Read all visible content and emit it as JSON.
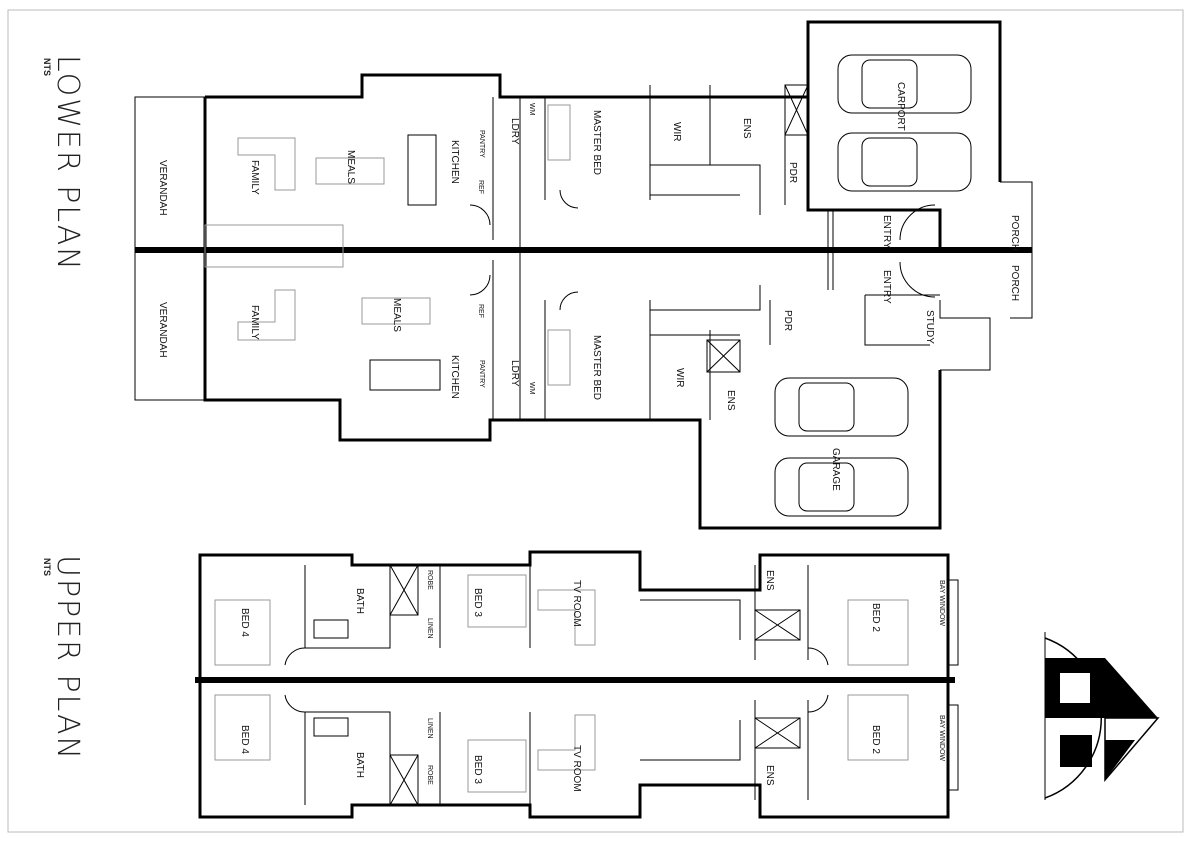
{
  "lower_plan": {
    "title": "LOWER PLAN",
    "scale_note": "NTS",
    "unit_a": {
      "verandah": "VERANDAH",
      "family": "FAMILY",
      "meals": "MEALS",
      "kitchen": "KITCHEN",
      "pantry": "PANTRY",
      "ref": "REF",
      "laundry": "LDRY",
      "wm": "WM",
      "master_bed": "MASTER BED",
      "wir": "WIR",
      "ensuite": "ENS",
      "powder": "PDR",
      "carport": "CARPORT",
      "entry": "ENTRY",
      "porch": "PORCH"
    },
    "unit_b": {
      "verandah": "VERANDAH",
      "family": "FAMILY",
      "meals": "MEALS",
      "kitchen": "KITCHEN",
      "pantry": "PANTRY",
      "ref": "REF",
      "laundry": "LDRY",
      "wm": "WM",
      "master_bed": "MASTER BED",
      "wir": "WIR",
      "ensuite": "ENS",
      "powder": "PDR",
      "garage": "GARAGE",
      "entry": "ENTRY",
      "porch": "PORCH",
      "study": "STUDY"
    }
  },
  "upper_plan": {
    "title": "UPPER PLAN",
    "scale_note": "NTS",
    "unit_a": {
      "bed4": "BED 4",
      "bath": "BATH",
      "robe": "ROBE",
      "linen": "LINEN",
      "bed3": "BED 3",
      "tv_room": "TV ROOM",
      "ensuite": "ENS",
      "bed2": "BED 2",
      "bay_window": "BAY WINDOW"
    },
    "unit_b": {
      "bed4": "BED 4",
      "bath": "BATH",
      "robe": "ROBE",
      "linen": "LINEN",
      "bed3": "BED 3",
      "tv_room": "TV ROOM",
      "ensuite": "ENS",
      "bed2": "BED 2",
      "bay_window": "BAY WINDOW"
    }
  },
  "colors": {
    "line": "#000000",
    "furniture": "#999999",
    "background": "#ffffff"
  }
}
